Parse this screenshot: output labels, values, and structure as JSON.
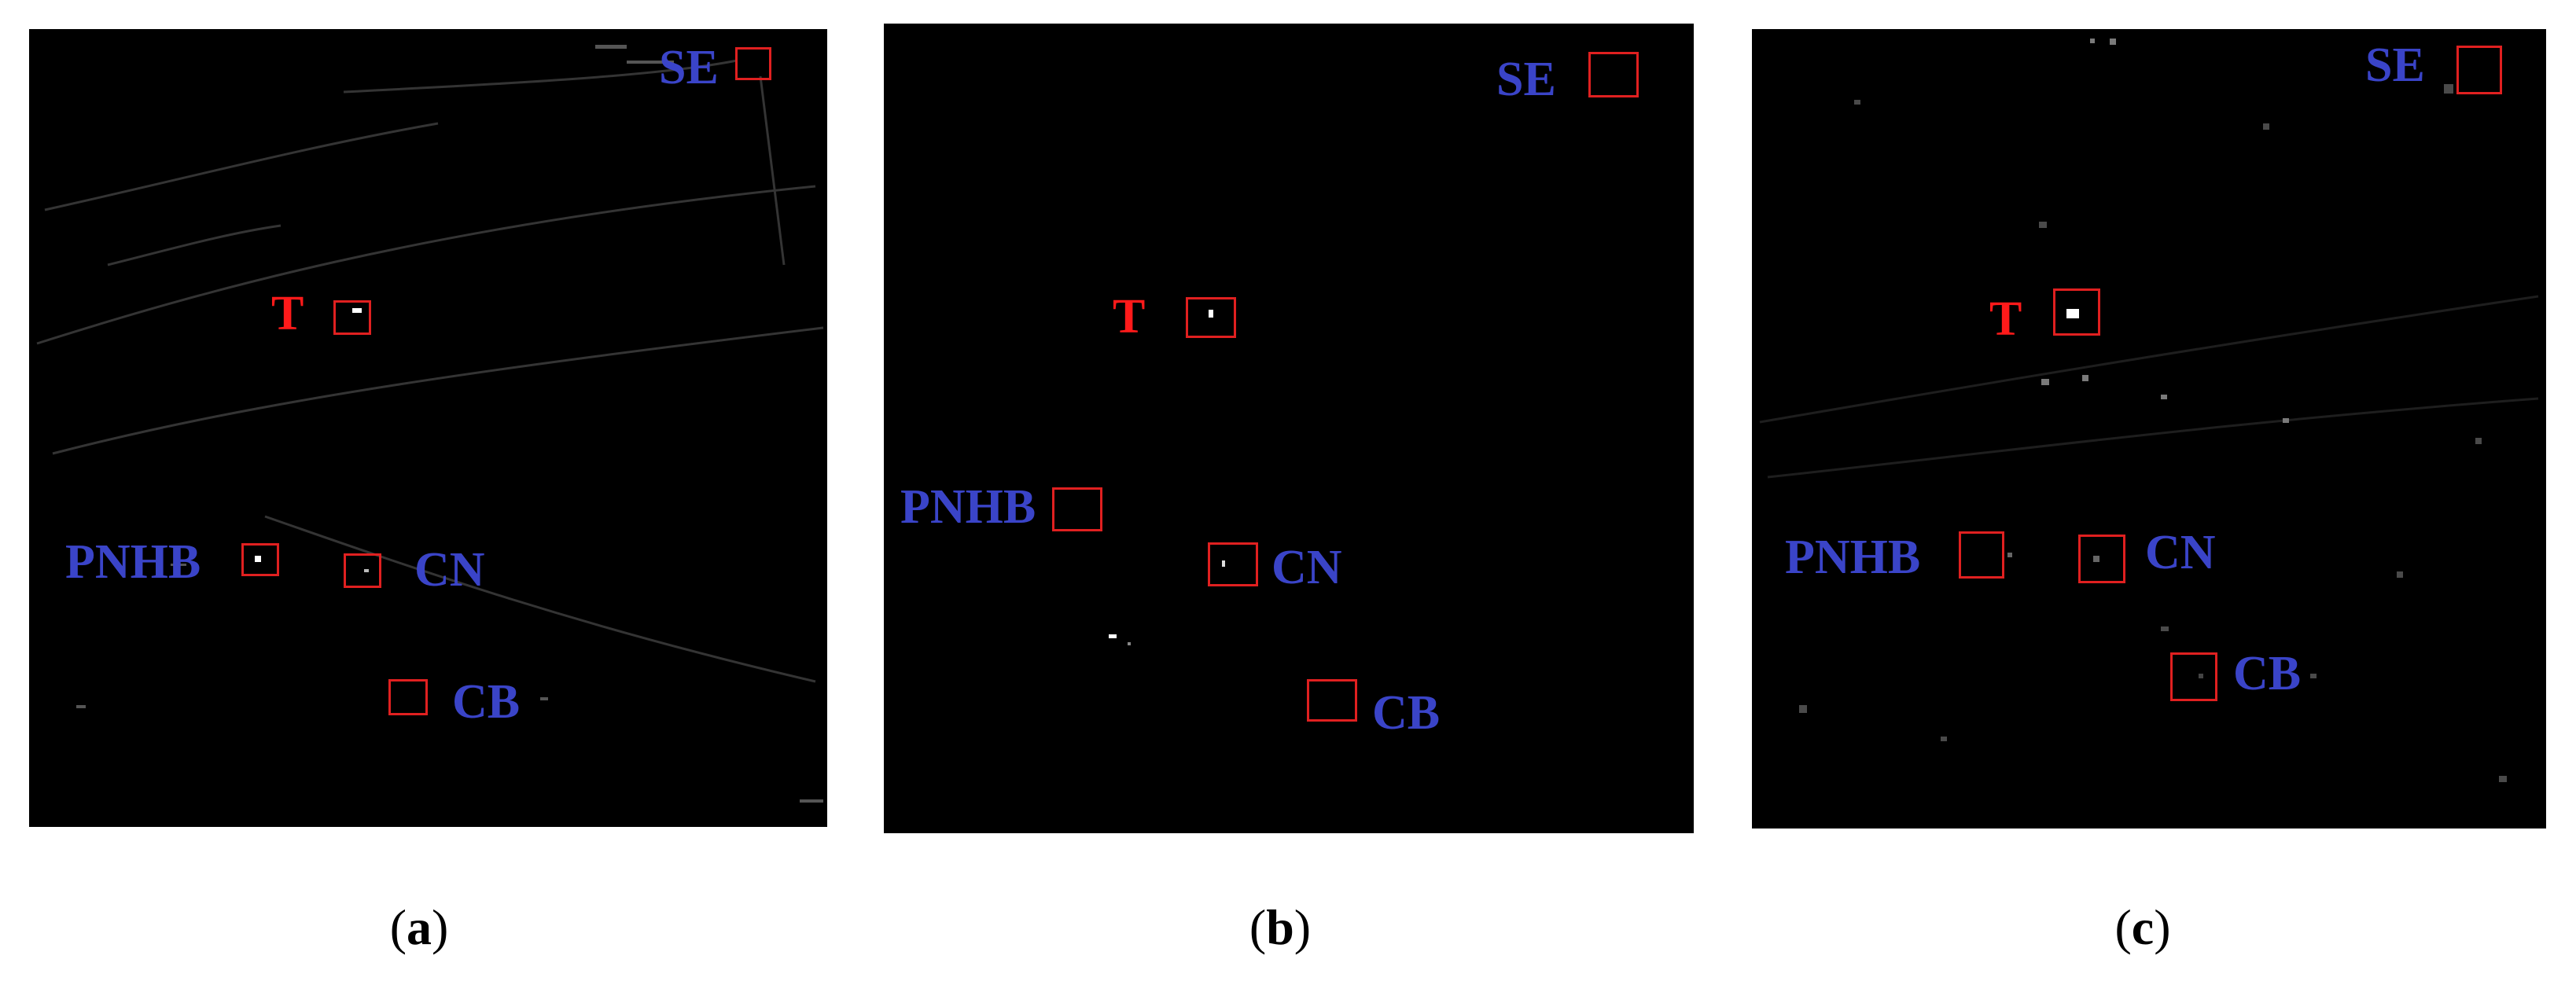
{
  "panels": [
    {
      "id": "a",
      "caption": "a",
      "labels": {
        "se": "SE",
        "t": "T",
        "pnhb": "PNHB",
        "cn": "CN",
        "cb": "CB"
      }
    },
    {
      "id": "b",
      "caption": "b",
      "labels": {
        "se": "SE",
        "t": "T",
        "pnhb": "PNHB",
        "cn": "CN",
        "cb": "CB"
      }
    },
    {
      "id": "c",
      "caption": "c",
      "labels": {
        "se": "SE",
        "t": "T",
        "pnhb": "PNHB",
        "cn": "CN",
        "cb": "CB"
      }
    }
  ],
  "colors": {
    "target_label": "#ff1a1a",
    "other_label": "#3a44c8",
    "box": "#e02020",
    "background": "#000000"
  }
}
